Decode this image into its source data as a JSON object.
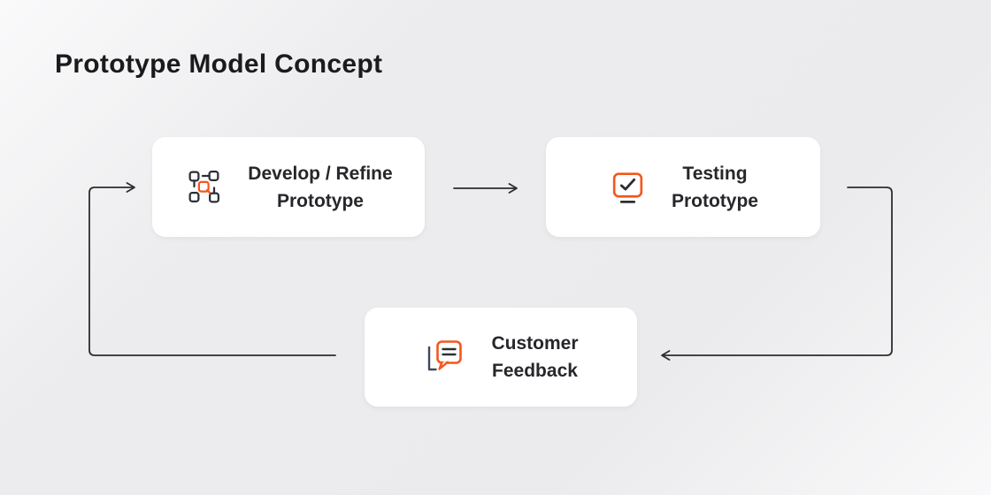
{
  "title": "Prototype Model Concept",
  "colors": {
    "accent": "#f4571e",
    "dark": "#2b2f36",
    "slate": "#3c4a5a",
    "arrow": "#2d2d30",
    "card": "#ffffff",
    "text": "#27272b",
    "title": "#1b1b1e",
    "bg": "#ececee"
  },
  "nodes": [
    {
      "id": "develop",
      "icon": "workflow-nodes-icon",
      "line1": "Develop / Refine",
      "line2": "Prototype"
    },
    {
      "id": "testing",
      "icon": "monitor-check-icon",
      "line1": "Testing",
      "line2": "Prototype"
    },
    {
      "id": "feedback",
      "icon": "chat-feedback-icon",
      "line1": "Customer",
      "line2": "Feedback"
    }
  ],
  "arrows": [
    {
      "from": "develop",
      "to": "testing"
    },
    {
      "from": "testing",
      "to": "feedback"
    },
    {
      "from": "feedback",
      "to": "develop"
    }
  ]
}
